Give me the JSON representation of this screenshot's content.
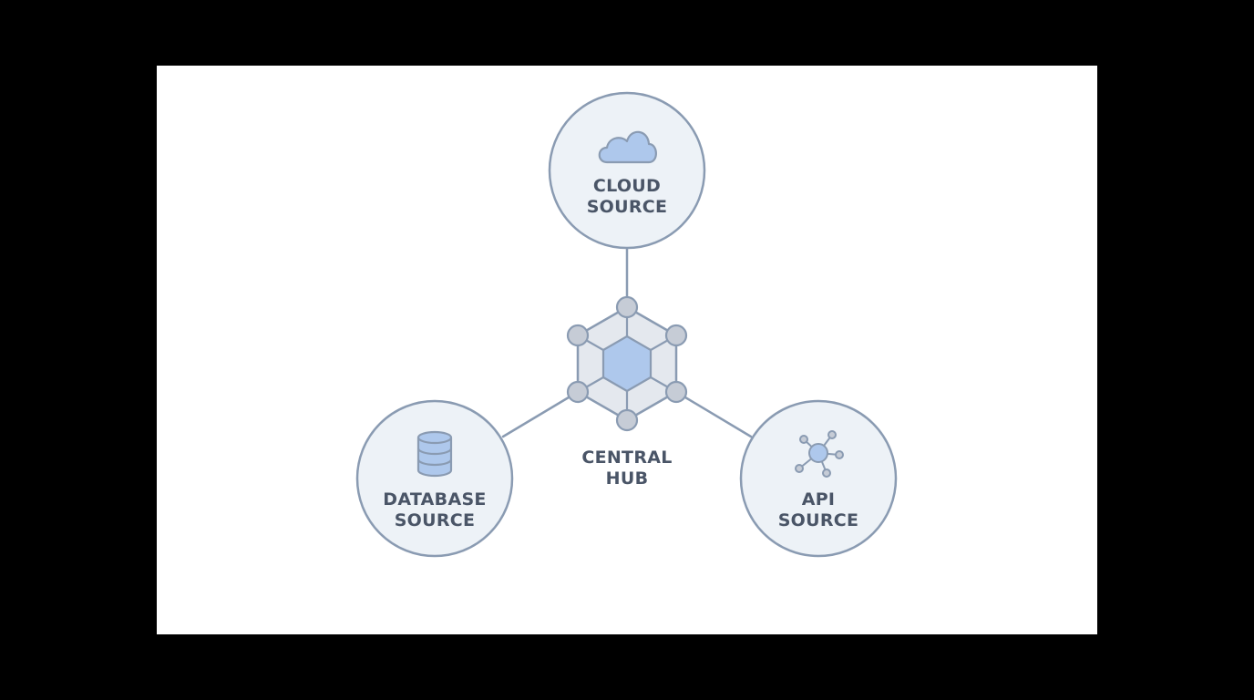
{
  "colors": {
    "background": "#000000",
    "canvas": "#ffffff",
    "node_fill": "#edf2f7",
    "stroke": "#8a9bb2",
    "accent_fill": "#aec8ec",
    "hub_outer_fill": "#e4e8ee",
    "hub_node_fill": "#c6ccd6",
    "label_text": "#4a5567"
  },
  "nodes": {
    "cloud": {
      "icon": "cloud-icon",
      "line1": "CLOUD",
      "line2": "SOURCE"
    },
    "database": {
      "icon": "database-icon",
      "line1": "DATABASE",
      "line2": "SOURCE"
    },
    "api": {
      "icon": "api-network-icon",
      "line1": "API",
      "line2": "SOURCE"
    }
  },
  "hub": {
    "icon": "hexagon-hub-icon",
    "line1": "CENTRAL",
    "line2": "HUB"
  }
}
